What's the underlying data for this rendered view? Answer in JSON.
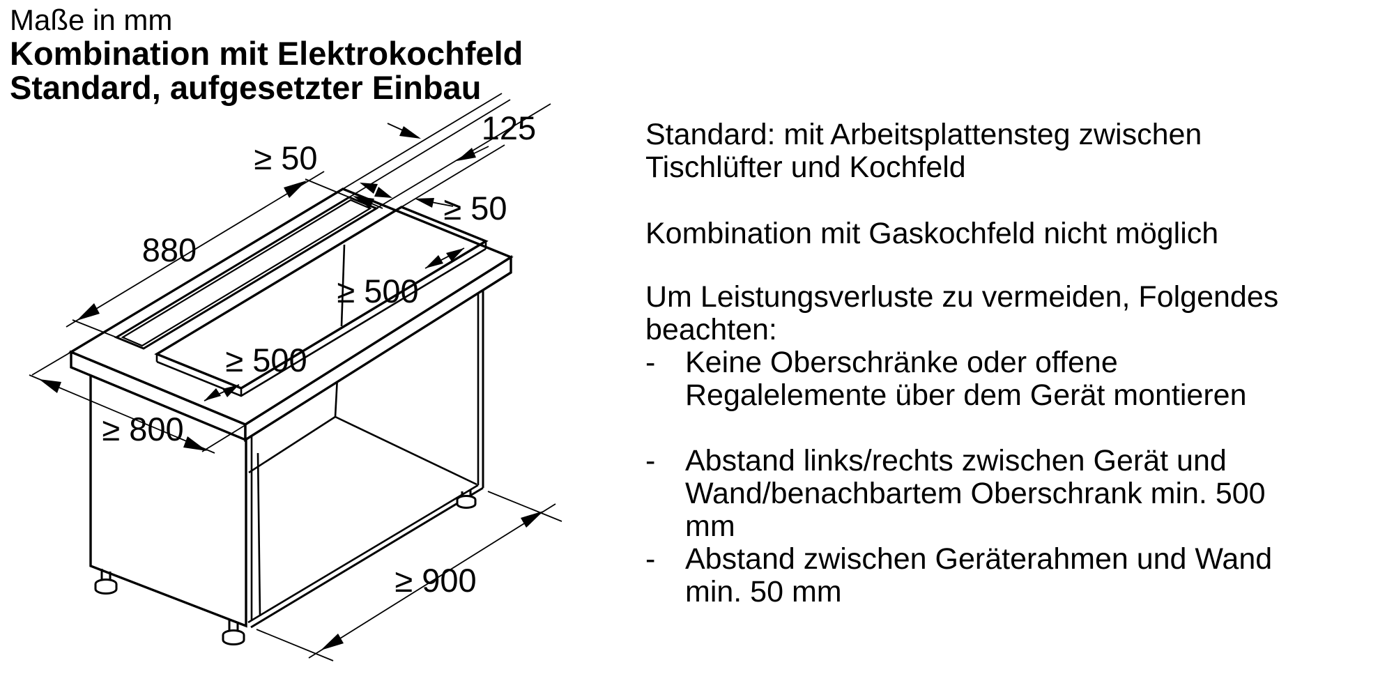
{
  "header": {
    "note": "Maße in mm",
    "title_line1": "Kombination mit Elektrokochfeld",
    "title_line2": "Standard, aufgesetzter Einbau"
  },
  "diagram": {
    "description": "Isometric installation drawing of base cabinet with worktop, downdraft vent slot and cooktop cutout",
    "dims": {
      "gap_back": "≥ 50",
      "slot_depth": "125",
      "gap_steg": "≥ 50",
      "slot_length": "880",
      "clearance_right": "≥ 500",
      "clearance_left": "≥ 500",
      "worktop_depth": "≥ 800",
      "worktop_width": "≥ 900"
    }
  },
  "notes": [
    {
      "lines": [
        "Standard: mit Arbeitsplattensteg zwischen",
        "Tischlüfter und Kochfeld"
      ]
    },
    {
      "lines": [
        "Kombination mit Gaskochfeld nicht möglich"
      ]
    },
    {
      "lines": [
        "Um Leistungsverluste zu vermeiden, Folgendes",
        "beachten:"
      ]
    },
    {
      "bullet": "-",
      "lines": [
        "Keine Oberschränke oder offene",
        "Regalelemente über dem Gerät montieren"
      ]
    },
    {
      "bullet": "-",
      "lines": [
        "Abstand links/rechts zwischen Gerät und",
        "Wand/benachbartem Oberschrank min. 500",
        "mm"
      ]
    },
    {
      "bullet": "-",
      "lines": [
        "Abstand zwischen Geräterahmen und Wand",
        "min. 50 mm"
      ]
    }
  ]
}
